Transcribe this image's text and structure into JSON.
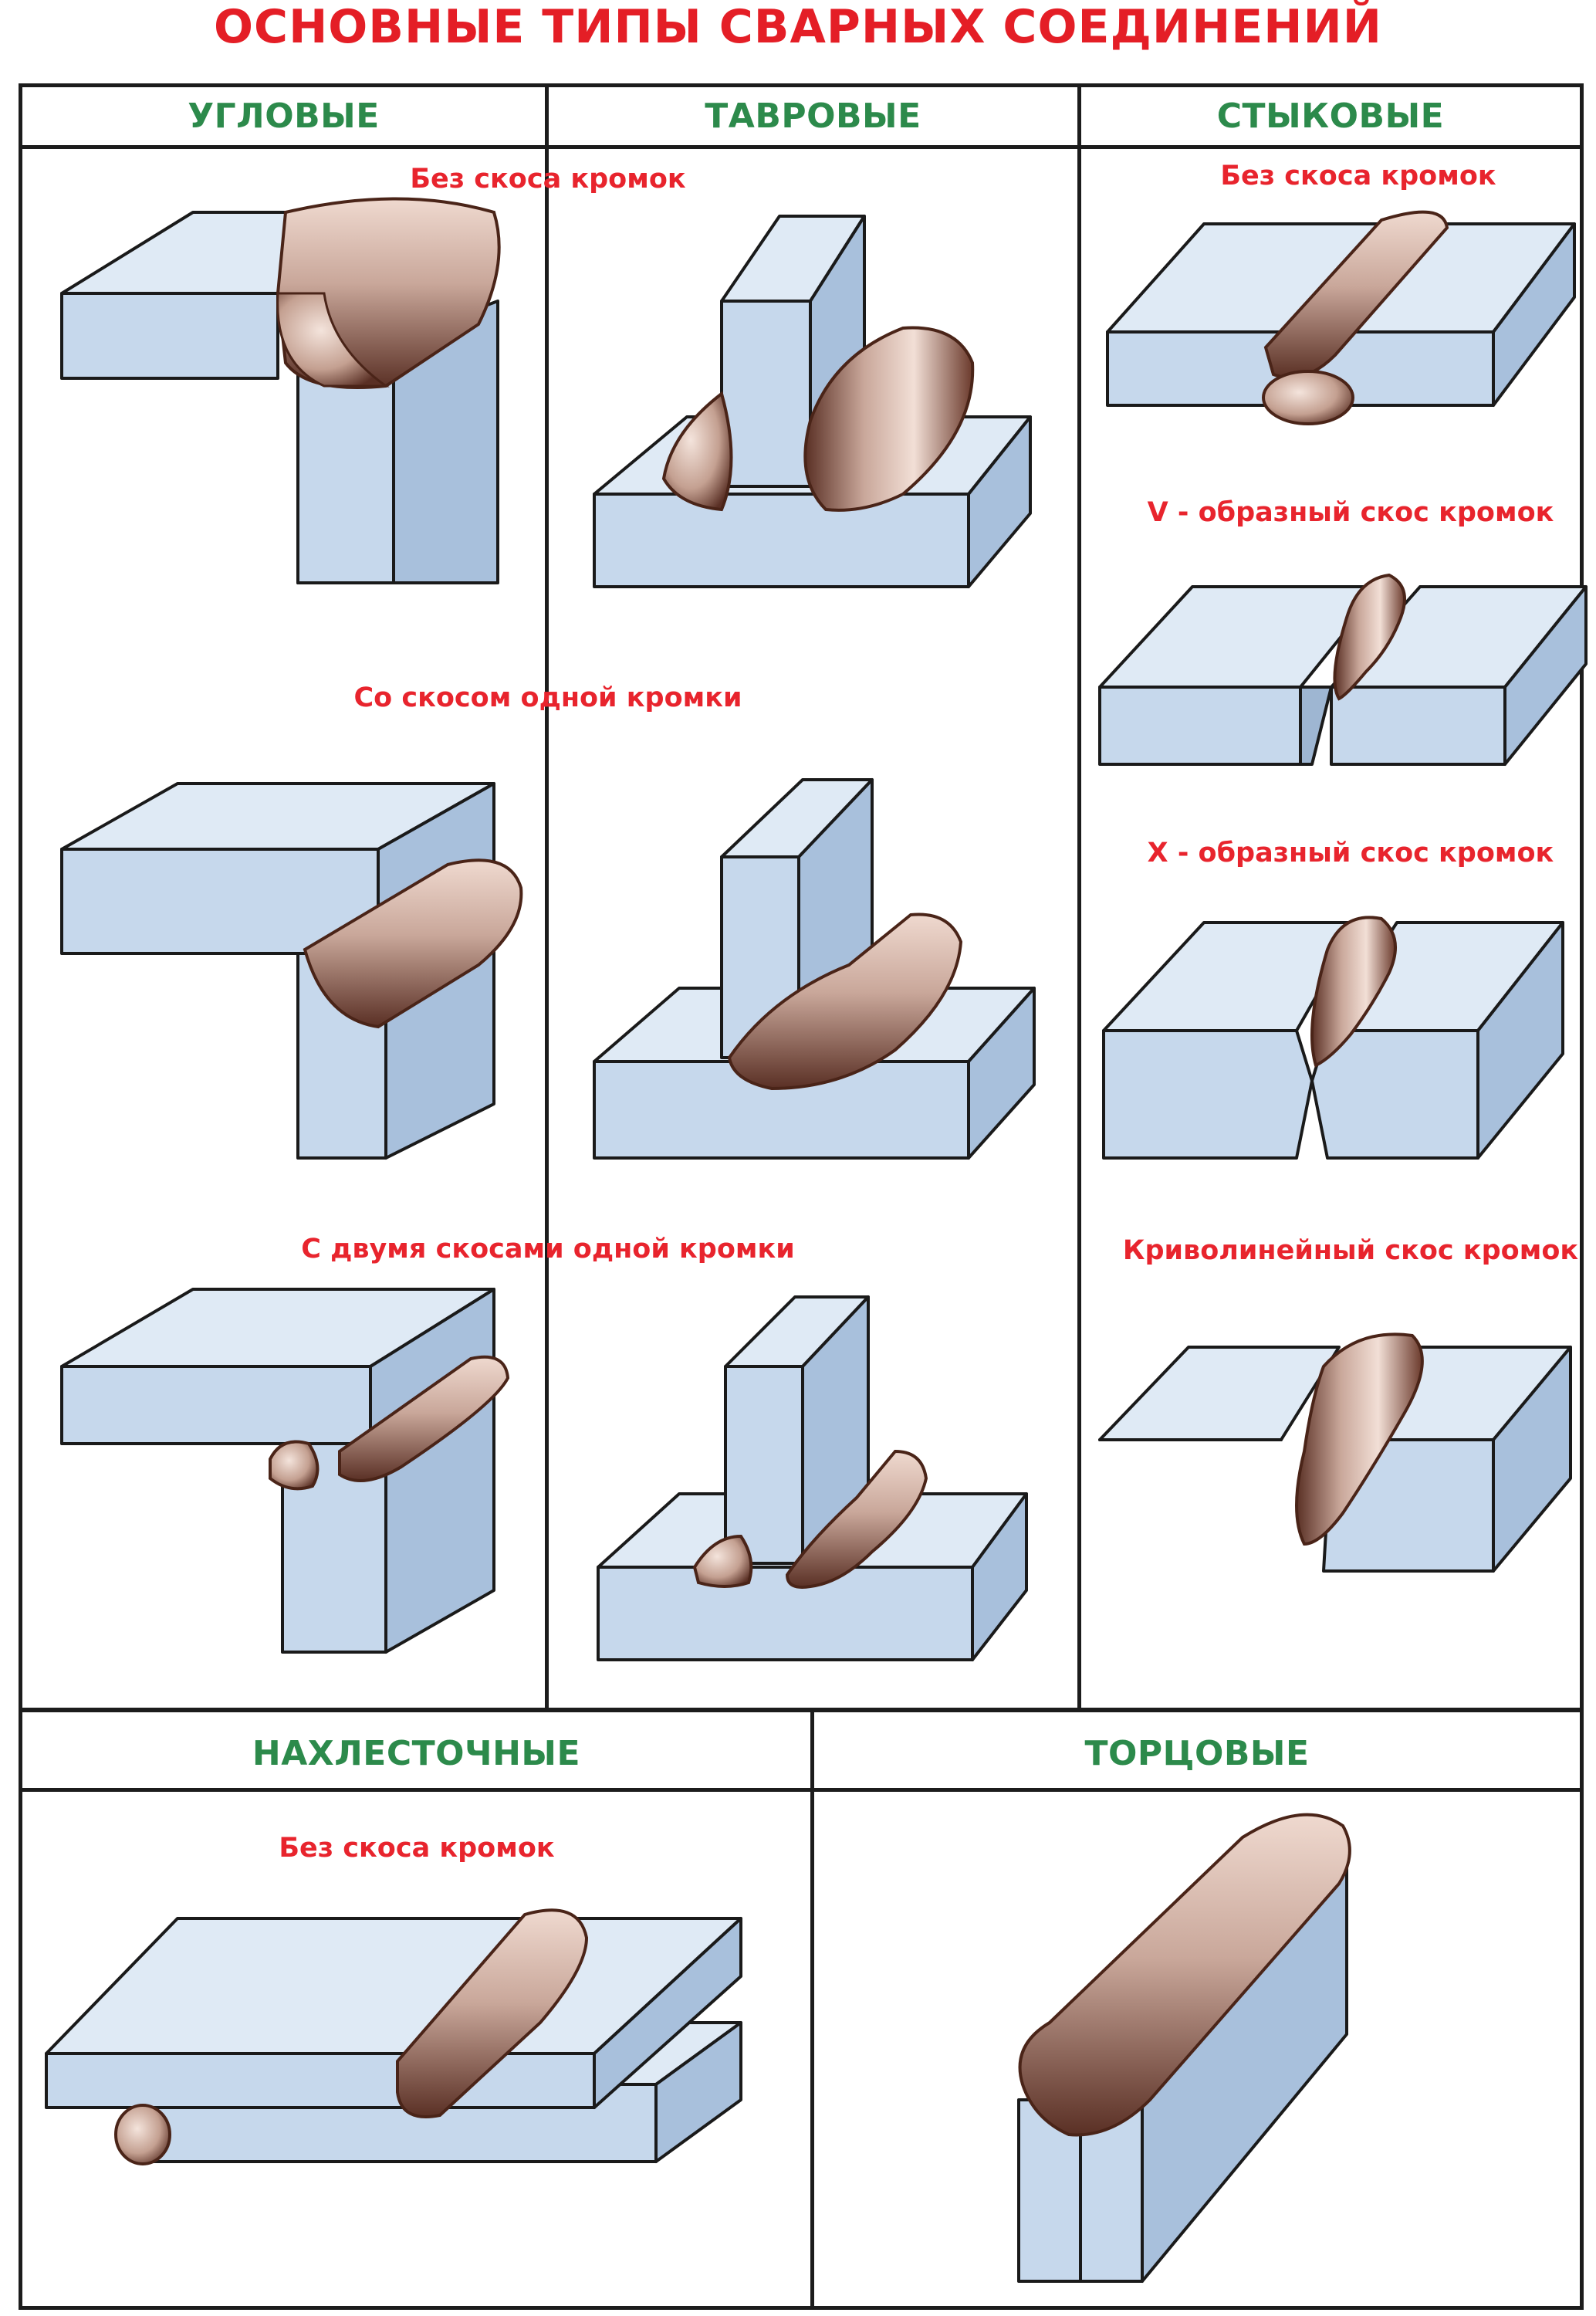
{
  "title": "Основные типы сварных соединений",
  "colors": {
    "title": "#e41e26",
    "header": "#2c8a4b",
    "subtitle": "#e8242d",
    "plate_top": "#dfeaf5",
    "plate_front": "#c6d8ec",
    "plate_side": "#a8c0dc",
    "weld": "#c9a79a",
    "weld_dark": "#5a3025"
  },
  "sections": {
    "corner": "угловые",
    "tee": "тавровые",
    "butt": "стыковые",
    "lap": "нахлесточные",
    "edge": "торцовые"
  },
  "labels": {
    "no_bevel": "Без скоса кромок",
    "single_bevel": "Со скосом одной кромки",
    "double_bevel": "С двумя скосами одной кромки",
    "butt_no_bevel": "Без скоса кромок",
    "v_bevel": "V - образный скос кромок",
    "x_bevel": "X -  образный скос кромок",
    "curved_bevel": "Криволинейный скос кромок",
    "lap_no_bevel": "Без скоса кромок"
  },
  "icons": [
    "weld-bead",
    "steel-plate"
  ]
}
